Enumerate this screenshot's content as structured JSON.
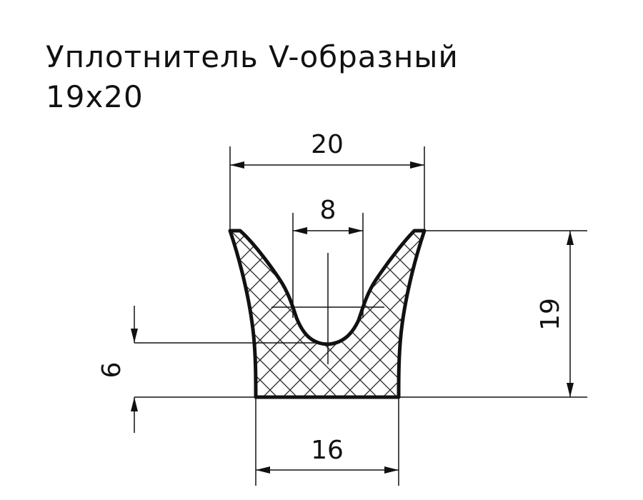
{
  "title": {
    "line1": "Уплотнитель V-образный",
    "line2": "19х20"
  },
  "dimensions": {
    "overall_width": "20",
    "groove_width": "8",
    "height": "19",
    "base_height": "6",
    "base_width": "16"
  }
}
